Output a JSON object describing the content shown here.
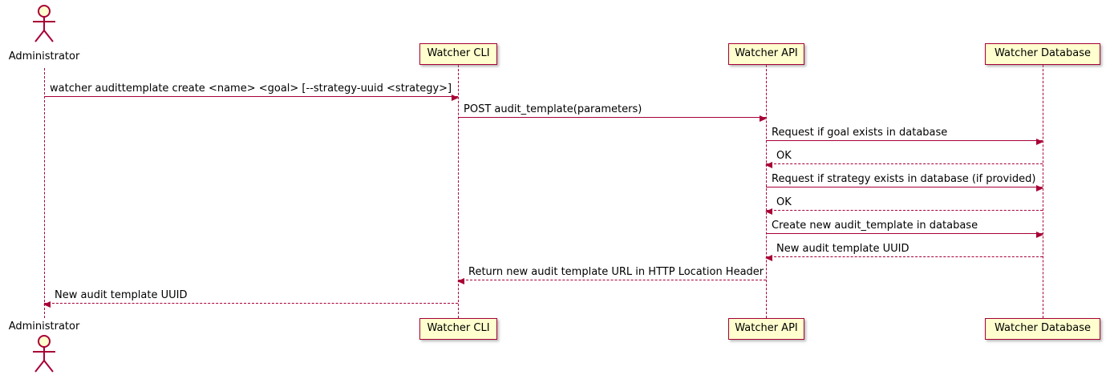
{
  "participants": [
    {
      "label": "Administrator",
      "kind": "actor"
    },
    {
      "label": "Watcher CLI",
      "kind": "participant"
    },
    {
      "label": "Watcher API",
      "kind": "participant"
    },
    {
      "label": "Watcher Database",
      "kind": "participant"
    }
  ],
  "messages": [
    {
      "from": "Administrator",
      "to": "Watcher CLI",
      "line": "solid",
      "text": "watcher audittemplate create <name> <goal> [--strategy-uuid <strategy>]"
    },
    {
      "from": "Watcher CLI",
      "to": "Watcher API",
      "line": "solid",
      "text": "POST audit_template(parameters)"
    },
    {
      "from": "Watcher API",
      "to": "Watcher Database",
      "line": "solid",
      "text": "Request if goal exists in database"
    },
    {
      "from": "Watcher Database",
      "to": "Watcher API",
      "line": "dashed",
      "text": "OK"
    },
    {
      "from": "Watcher API",
      "to": "Watcher Database",
      "line": "solid",
      "text": "Request if strategy exists in database (if provided)"
    },
    {
      "from": "Watcher Database",
      "to": "Watcher API",
      "line": "dashed",
      "text": "OK"
    },
    {
      "from": "Watcher API",
      "to": "Watcher Database",
      "line": "solid",
      "text": "Create new audit_template in database"
    },
    {
      "from": "Watcher Database",
      "to": "Watcher API",
      "line": "dashed",
      "text": "New audit template UUID"
    },
    {
      "from": "Watcher API",
      "to": "Watcher CLI",
      "line": "dashed",
      "text": "Return new audit template URL in HTTP Location Header"
    },
    {
      "from": "Watcher CLI",
      "to": "Administrator",
      "line": "dashed",
      "text": "New audit template UUID"
    }
  ],
  "colors": {
    "line": "#A80036",
    "participant_fill": "#FEFECE",
    "text": "#000000",
    "background": "#FFFFFF"
  }
}
